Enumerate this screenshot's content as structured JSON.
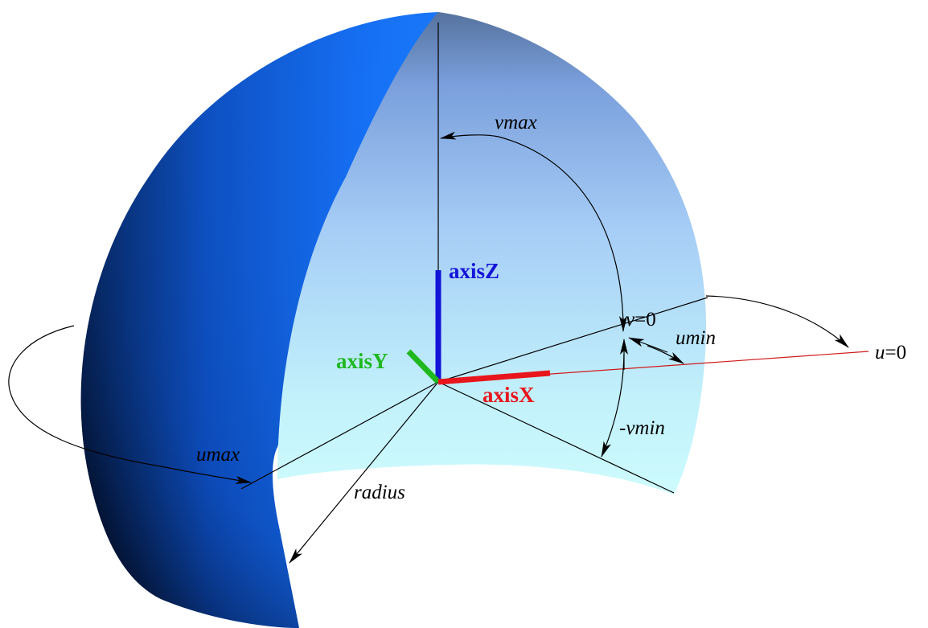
{
  "colors": {
    "shell_dark": "#0a2a66",
    "shell_mid": "#0f5fe0",
    "shell_light": "#1a7bff",
    "inner_top": "#5a7fc4",
    "inner_mid": "#9bc3f5",
    "inner_bottom": "#c8f6fb",
    "axis_x": "#e8161c",
    "axis_y": "#1fb81f",
    "axis_z": "#1414d8",
    "u0_line": "#d01a1a",
    "line": "#000000"
  },
  "labels": {
    "axis_x": "axisX",
    "axis_y": "axisY",
    "axis_z": "axisZ",
    "vmax": "vmax",
    "v0_var": "v",
    "v0_eq": "=0",
    "umin": "umin",
    "u0_var": "u",
    "u0_eq": "=0",
    "vmin": "-vmin",
    "umax": "umax",
    "radius": "radius"
  }
}
